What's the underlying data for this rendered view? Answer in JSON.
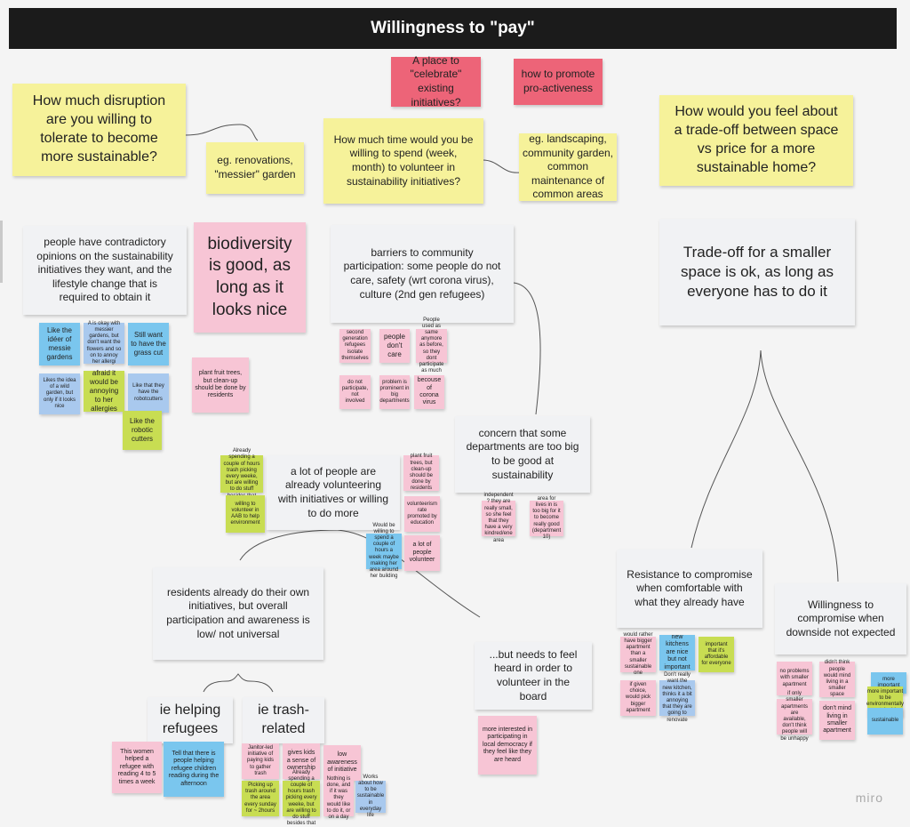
{
  "title": "Willingness to \"pay\"",
  "watermark": "miro",
  "colors": {
    "yellow": "#f6f29a",
    "pink": "#f7c5d5",
    "red": "#ed6478",
    "blue": "#7ac6ee",
    "light_blue": "#a9c9ee",
    "green": "#c8dd52",
    "white": "#f1f2f4",
    "title_bar": "#1b1b1b"
  },
  "notes": {
    "celebrate": "A place to \"celebrate\" existing initiatives?",
    "proactive": "how to promote pro-activeness",
    "q_disruption": "How much disruption are you willing to tolerate to become more sustainable?",
    "eg_renovations": "eg. renovations, \"messier\" garden",
    "q_time": "How much time would you be willing to spend (week, month) to volunteer in sustainability initiatives?",
    "eg_landscaping": "eg. landscaping, community garden, common maintenance of common areas",
    "q_tradeoff": "How would you feel about a trade-off between space vs price for a more sustainable home?",
    "contradictory": "people have contradictory opinions on the sustainability initiatives they want, and the lifestyle change that is required to obtain it",
    "biodiversity": "biodiversity is good, as long as it looks nice",
    "barriers": "barriers to community participation: some people do not care, safety (wrt corona virus), culture (2nd gen refugees)",
    "tradeoff_ok": "Trade-off for a smaller space is ok, as long as everyone has to do it",
    "s_messie": "Like the idéer of messie gardens",
    "s_okay_wild": "A is okay with messier gardens, but don't want the flowers and so on to annoy her allergi",
    "s_grass_cut": "Still want to have the grass cut",
    "s_wild_garden": "Likes the idea of a wild garden, but only if it looks nice",
    "s_allergies": "afraid it would be annoying to her allergies",
    "s_robotcutters": "Like that they have the robotcutters",
    "s_robotic": "Like the robotic cutters",
    "s_fruit_trees": "plant fruit trees, but clean-up should be done by residents",
    "s_second_gen": "second generation refugees isolate themselves",
    "s_dont_care": "people don't care",
    "s_people_used": "People used as same anymore as before, so they dont participate as much",
    "s_not_participate": "do not participate, not involved",
    "s_problem_big": "problem is prominent in big departments",
    "s_corona": "becouse of corona virus",
    "concern": "concern that some departments are too big to be good at sustainability",
    "s_independent": "independent ? they are really small, so she feel that they have a very kindred/ene area",
    "s_area_too_big": "area for lives in is too big for it to become really good (department 10)",
    "s_already_spending": "Already spending a couple of hours trash picking every weeke, but are willing to do stuff besides that",
    "s_willing_aab": "willing to volunteer in AAB to help environment",
    "volunteering": "a lot of people are already volunteering with initiatives or willing to do more",
    "s_plant_fruit2": "plant fruit trees, but clean-up should be done by residents",
    "s_volunteerism": "volunteerism rate promoted by education",
    "s_spend_hours": "Would be willing to spend a couple of hours a week maybe making her area around her building",
    "s_lot_volunteer": "a lot of people volunteer",
    "residents": "residents already do their own initiatives, but overall participation and awareness is low/ not universal",
    "needs_heard": "...but needs to feel heard in order to volunteer in the board",
    "s_local_democracy": "more interested in participating in local democracy if they feel like they are heard",
    "helping_refugees": "ie helping refugees",
    "trash_related": "ie trash-related",
    "s_woman_helped": "This women helped a refugee with reading 4 to 5 times a week",
    "s_tell_people": "Tell that there is people helping refugee children reading during the afternoon",
    "s_janitor": "Janitor-led initiative of paying kids to gather trash",
    "s_sense_ownership": "gives kids a sense of ownership",
    "s_low_awareness": "low awareness of initiative",
    "s_picking_trash": "Picking up trash around the area every sunday for ~ 2hours",
    "s_already_spending2": "Already spending a couple of hours trash picking every weeke, but are willing to do stuff besides that",
    "s_nothing_is_done": "Nothing is done, and if it was they would like to do it, or on a day",
    "s_works_about": "Works about how to be sustainable in everyday life",
    "resistance": "Resistance to compromise when comfortable with what they already have",
    "willingness_compromise": "Willingness to compromise when downside not expected",
    "s_bigger_apartment": "would rather have bigger apartment than a smaller sustainable one",
    "s_new_kitchens": "new kitchens are nice but not important",
    "s_affordable": "important that it's affordable for everyone",
    "s_given_choice": "if given choice, would pick bigger apartment",
    "s_dont_want_kitchen": "Don't really want the new kitchen, thinks it a bit annoying that they are going to renovate",
    "s_no_problems": "no problems with smaller apartment",
    "s_dont_think_mind": "didn't think people would mind living in a smaller space",
    "s_only_smaller": "if only smaller apartments are available, don't think people will be unhappy",
    "s_dont_mind": "don't mind living in smaller apartment",
    "s_more_important1": "more important",
    "s_more_important2": "more important to be environmentally sustainable",
    "s_sustainable": "sustainable"
  }
}
